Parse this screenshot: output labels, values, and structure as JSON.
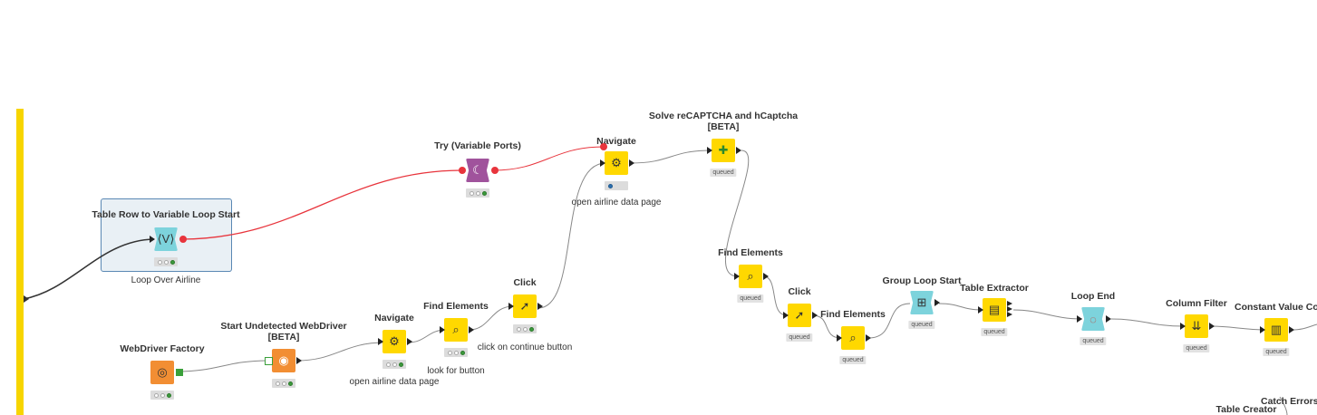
{
  "nodes": {
    "table_row_loop": {
      "title": "Table Row to Variable Loop Start",
      "annotation": "Loop Over Airline",
      "icon": "variable-loop-icon"
    },
    "try_variable_ports": {
      "title": "Try (Variable Ports)",
      "icon": "try-icon"
    },
    "navigate_top": {
      "title": "Navigate",
      "annotation": "open airline data page",
      "icon": "navigate-icon"
    },
    "solve_captcha": {
      "title_line1": "Solve reCAPTCHA and hCaptcha",
      "title_line2": "[BETA]",
      "status": "queued",
      "icon": "puzzle-icon"
    },
    "webdriver_factory": {
      "title": "WebDriver Factory",
      "icon": "webdriver-icon"
    },
    "start_undetected": {
      "title_line1": "Start Undetected WebDriver",
      "title_line2": "[BETA]",
      "icon": "browser-icon"
    },
    "navigate_bottom": {
      "title": "Navigate",
      "annotation": "open airline data page",
      "icon": "navigate-icon"
    },
    "find_elements_1": {
      "title": "Find Elements",
      "annotation": "look for button",
      "icon": "find-elements-icon"
    },
    "click_1": {
      "title": "Click",
      "annotation": "click on continue button",
      "icon": "click-icon"
    },
    "find_elements_2": {
      "title": "Find Elements",
      "status": "queued",
      "icon": "find-elements-icon"
    },
    "click_2": {
      "title": "Click",
      "status": "queued",
      "icon": "click-icon"
    },
    "find_elements_3": {
      "title": "Find Elements",
      "status": "queued",
      "icon": "find-elements-icon"
    },
    "group_loop_start": {
      "title": "Group Loop Start",
      "status": "queued",
      "icon": "group-loop-icon"
    },
    "table_extractor": {
      "title": "Table Extractor",
      "status": "queued",
      "icon": "table-extractor-icon"
    },
    "loop_end": {
      "title": "Loop End",
      "status": "queued",
      "icon": "loop-end-icon"
    },
    "column_filter": {
      "title": "Column Filter",
      "status": "queued",
      "icon": "column-filter-icon"
    },
    "constant_value_column": {
      "title": "Constant Value Column",
      "status": "queued",
      "icon": "constant-value-icon"
    },
    "catch_errors": {
      "title": "Catch Errors (D"
    },
    "table_creator": {
      "title": "Table Creator"
    }
  },
  "colors": {
    "selection_border": "#5a88b4",
    "selection_fill": "#e9f0f5",
    "flow_variable_wire": "#e8343c",
    "data_wire": "#888888",
    "loop_bar": "#f7d500",
    "node_yellow": "#ffd800",
    "node_orange": "#f28e33",
    "node_cyan": "#7dd3dc",
    "node_purple": "#a0539c"
  }
}
